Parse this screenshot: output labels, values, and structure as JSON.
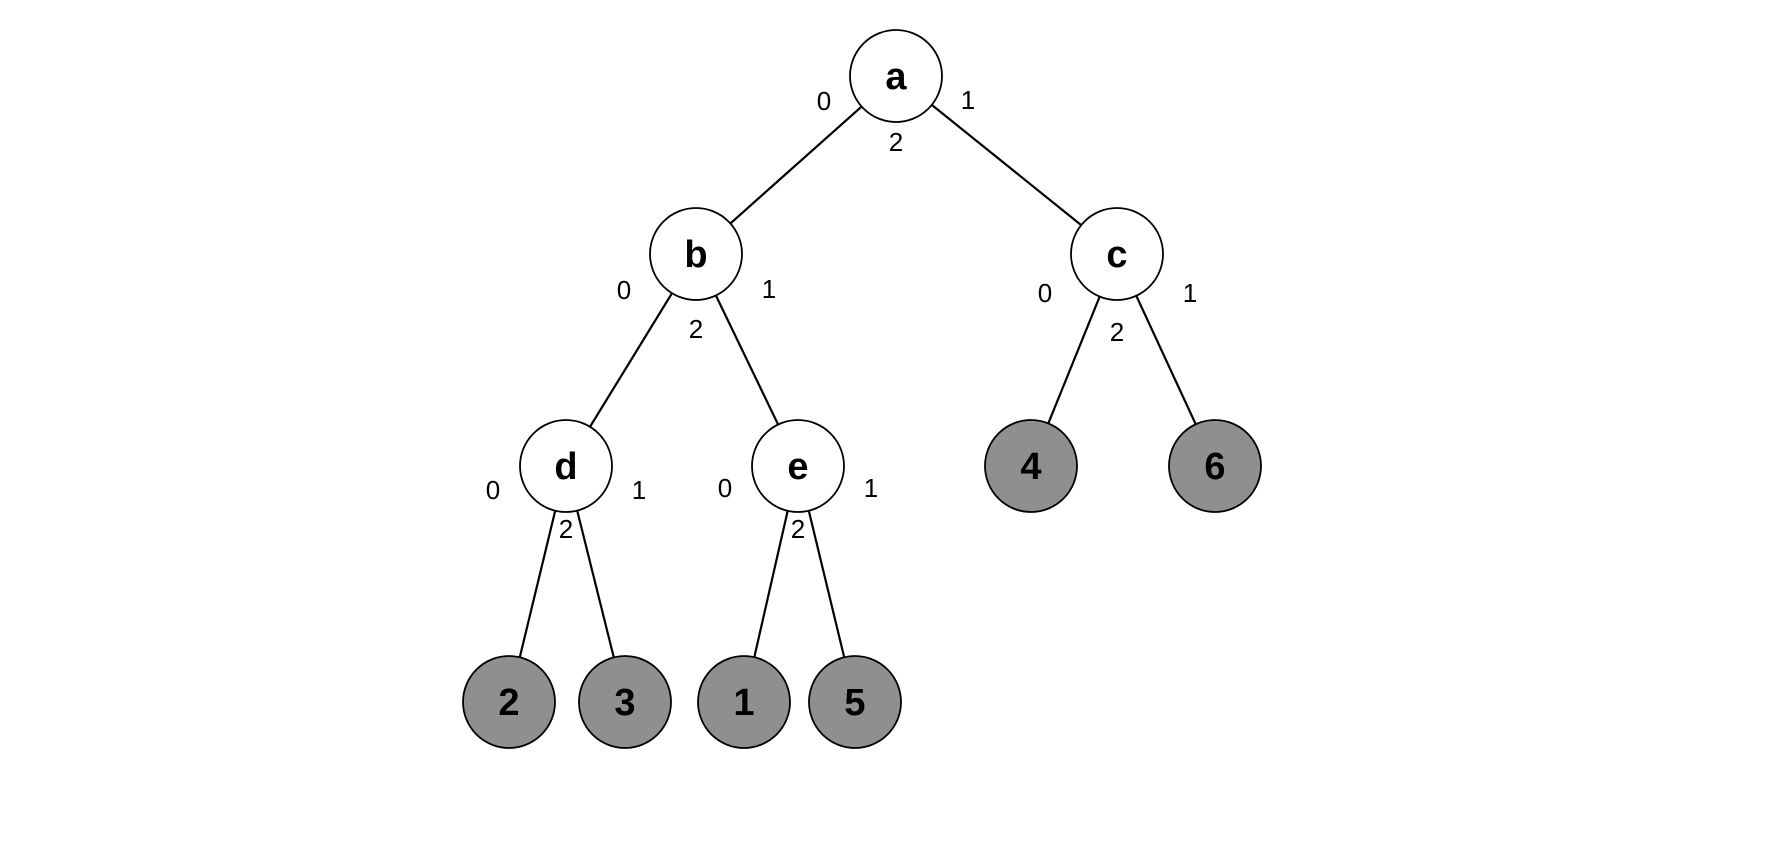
{
  "colors": {
    "internal_fill": "#ffffff",
    "leaf_fill": "#8f8f8f",
    "stroke": "#000000"
  },
  "tree": {
    "nodes": [
      {
        "id": "a",
        "label": "a",
        "kind": "internal"
      },
      {
        "id": "b",
        "label": "b",
        "kind": "internal"
      },
      {
        "id": "c",
        "label": "c",
        "kind": "internal"
      },
      {
        "id": "d",
        "label": "d",
        "kind": "internal"
      },
      {
        "id": "e",
        "label": "e",
        "kind": "internal"
      },
      {
        "id": "c_left",
        "label": "4",
        "kind": "leaf"
      },
      {
        "id": "c_right",
        "label": "6",
        "kind": "leaf"
      },
      {
        "id": "d_left",
        "label": "2",
        "kind": "leaf"
      },
      {
        "id": "d_right",
        "label": "3",
        "kind": "leaf"
      },
      {
        "id": "e_left",
        "label": "1",
        "kind": "leaf"
      },
      {
        "id": "e_right",
        "label": "5",
        "kind": "leaf"
      }
    ],
    "edges": [
      {
        "from": "a",
        "to": "b"
      },
      {
        "from": "a",
        "to": "c"
      },
      {
        "from": "b",
        "to": "d"
      },
      {
        "from": "b",
        "to": "e"
      },
      {
        "from": "c",
        "to": "c_left"
      },
      {
        "from": "c",
        "to": "c_right"
      },
      {
        "from": "d",
        "to": "d_left"
      },
      {
        "from": "d",
        "to": "d_right"
      },
      {
        "from": "e",
        "to": "e_left"
      },
      {
        "from": "e",
        "to": "e_right"
      }
    ],
    "port_labels": {
      "a": [
        "0",
        "2",
        "1"
      ],
      "b": [
        "0",
        "2",
        "1"
      ],
      "c": [
        "0",
        "2",
        "1"
      ],
      "d": [
        "0",
        "2",
        "1"
      ],
      "e": [
        "0",
        "2",
        "1"
      ]
    }
  }
}
